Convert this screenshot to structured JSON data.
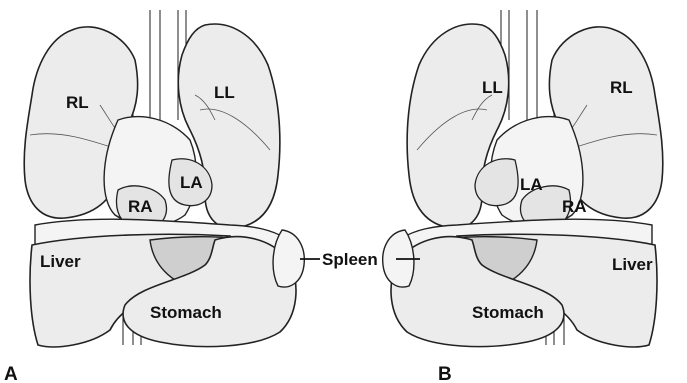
{
  "panels": [
    {
      "id": "A",
      "label": "A",
      "organs": {
        "right_lung": "RL",
        "left_lung": "LL",
        "left_atrium": "LA",
        "right_atrium": "RA",
        "liver": "Liver",
        "stomach": "Stomach"
      }
    },
    {
      "id": "B",
      "label": "B",
      "organs": {
        "left_lung": "LL",
        "right_lung": "RL",
        "left_atrium": "LA",
        "right_atrium": "RA",
        "liver": "Liver",
        "stomach": "Stomach"
      }
    }
  ],
  "shared_label": "Spleen"
}
